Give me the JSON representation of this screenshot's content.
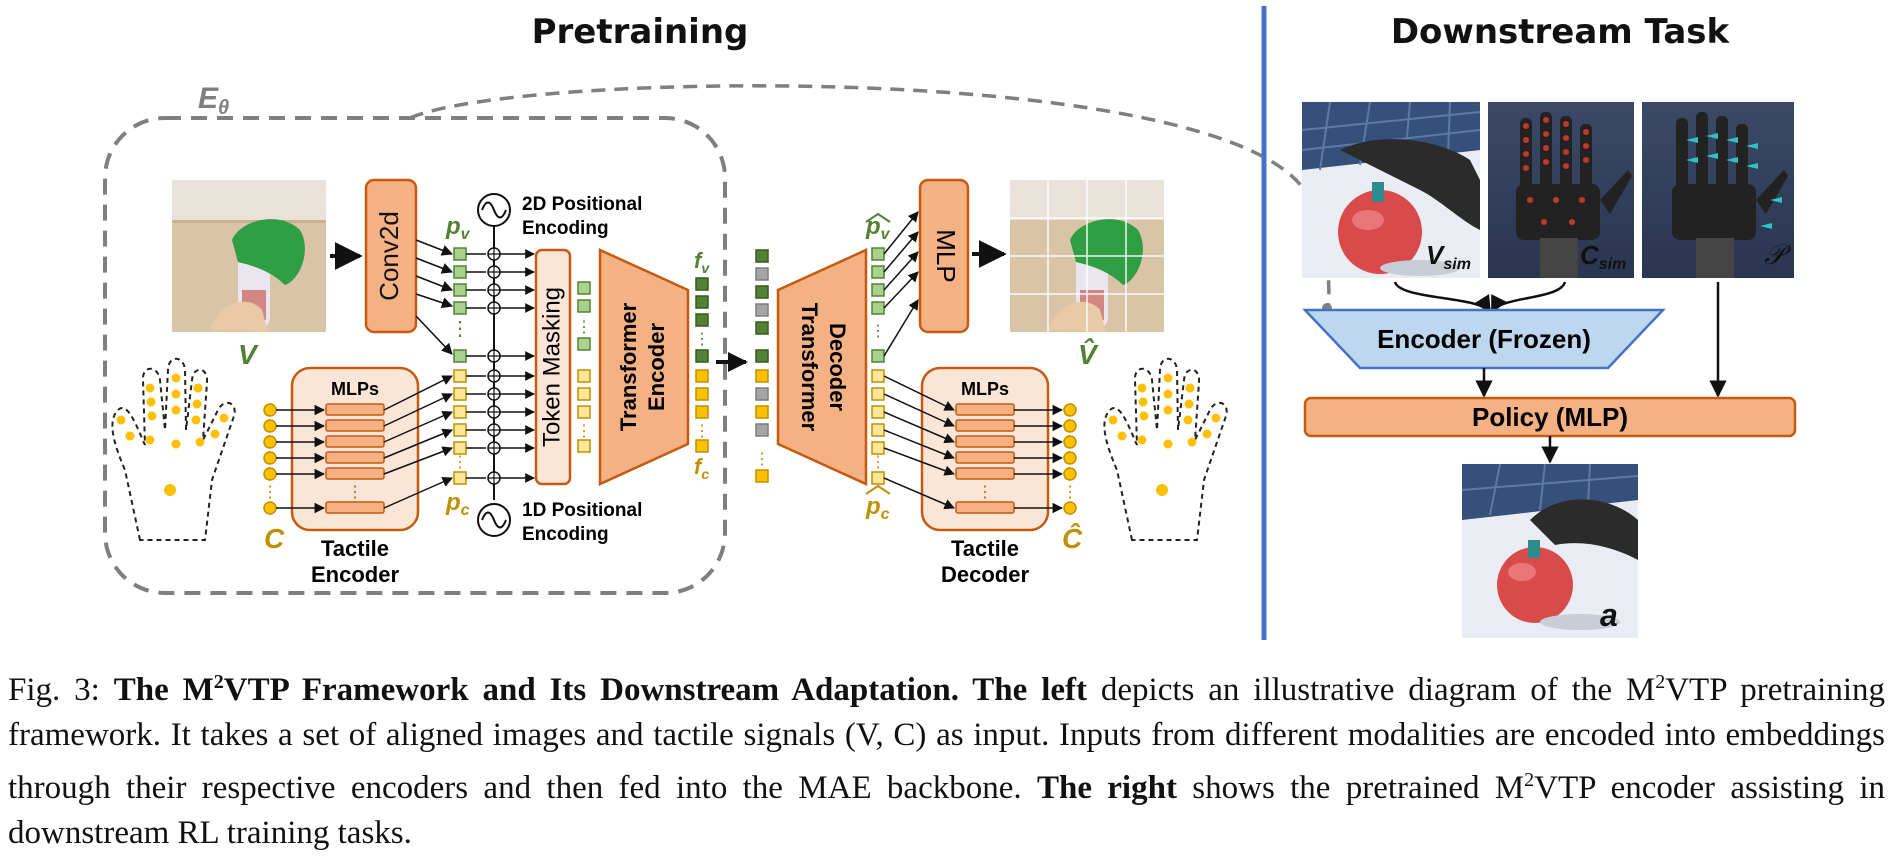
{
  "figure": {
    "pretraining_title": "Pretraining",
    "downstream_title": "Downstream Task",
    "encoder_symbol": "E",
    "encoder_symbol_sub": "θ",
    "conv2d_label": "Conv2d",
    "pos2d_line1": "2D Positional",
    "pos2d_line2": "Encoding",
    "pos1d_line1": "1D Positional",
    "pos1d_line2": "Encoding",
    "token_masking_label": "Token Masking",
    "transformer_encoder_line1": "Transformer",
    "transformer_encoder_line2": "Encoder",
    "transformer_decoder_line1": "Transformer",
    "transformer_decoder_line2": "Decoder",
    "mlp_label": "MLP",
    "mlps_label": "MLPs",
    "tactile_encoder_line1": "Tactile",
    "tactile_encoder_line2": "Encoder",
    "tactile_decoder_line1": "Tactile",
    "tactile_decoder_line2": "Decoder",
    "symbol_v": "V",
    "symbol_v_hat": "V̂",
    "symbol_c": "C",
    "symbol_c_hat": "Ĉ",
    "symbol_pv": "p",
    "symbol_pv_sub": "v",
    "symbol_pc": "p",
    "symbol_pc_sub": "c",
    "symbol_fv": "f",
    "symbol_fv_sub": "v",
    "symbol_fc": "f",
    "symbol_fc_sub": "c",
    "symbol_vsim": "V",
    "symbol_vsim_sub": "sim",
    "symbol_csim": "C",
    "symbol_csim_sub": "sim",
    "symbol_p": "𝒫",
    "symbol_a": "a",
    "encoder_frozen_label": "Encoder (Frozen)",
    "policy_label": "Policy (MLP)",
    "colors": {
      "orange_fill": "#f4b183",
      "orange_stroke": "#c55a11",
      "light_orange_fill": "#fbe5d6",
      "green": "#548235",
      "light_green": "#a9d18e",
      "yellow": "#ffc000",
      "light_yellow": "#ffe699",
      "blue_divider": "#4472c4",
      "encoder_blue": "#bdd7ee",
      "gray_dash": "#7f7f7f"
    }
  },
  "caption": {
    "fig_label": "Fig. 3:",
    "bold_title_part1": "The M",
    "bold_title_sup": "2",
    "bold_title_part2": "VTP Framework and Its Downstream Adaptation. The left",
    "text1_part1": "depicts an illustrative diagram of the M",
    "text1_sup": "2",
    "text1_part2": "VTP pretraining framework. It takes a set of aligned images and tactile signals (V, C) as input. Inputs from different modalities are encoded into embeddings through their respective encoders and then fed into the MAE backbone.",
    "bold_right": "The right",
    "text2_part1": "shows the pretrained M",
    "text2_sup": "2",
    "text2_part2": "VTP encoder assisting in downstream RL training tasks."
  }
}
